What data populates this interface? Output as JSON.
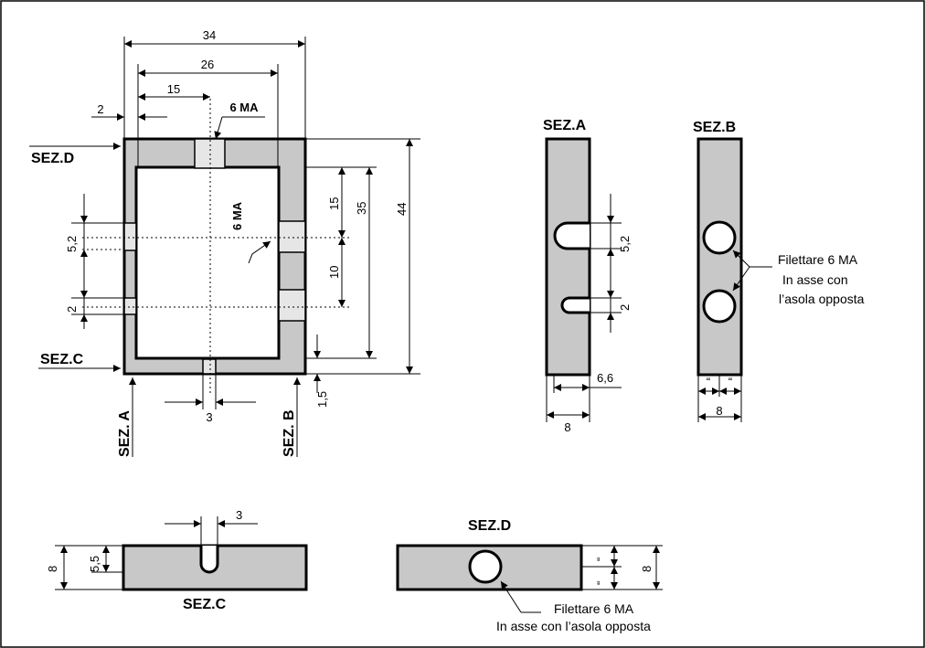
{
  "front_view": {
    "dim_34": "34",
    "dim_26": "26",
    "dim_15_top": "15",
    "dim_2_top": "2",
    "thread_top": "6 MA",
    "thread_center": "6 MA",
    "dim_5_2": "5,2",
    "dim_2_left": "2",
    "dim_15_right": "15",
    "dim_10": "10",
    "dim_35": "35",
    "dim_44": "44",
    "dim_1_5": "1,5",
    "dim_3": "3",
    "sez_d": "SEZ.D",
    "sez_c": "SEZ.C",
    "sez_a": "SEZ. A",
    "sez_b": "SEZ. B"
  },
  "section_a": {
    "title": "SEZ.A",
    "dim_5_2": "5,2",
    "dim_2": "2",
    "dim_6_6": "6,6",
    "dim_8": "8"
  },
  "section_b": {
    "title": "SEZ.B",
    "note_line1": "Filettare 6 MA",
    "note_line2": "In asse con",
    "note_line3": "l’asola opposta",
    "dim_q1": "“",
    "dim_q2": "“",
    "dim_8": "8"
  },
  "section_c": {
    "title": "SEZ.C",
    "dim_3": "3",
    "dim_5_5": "5,5",
    "dim_8": "8"
  },
  "section_d": {
    "title": "SEZ.D",
    "note_line1": "Filettare 6 MA",
    "note_line2": "In asse con l’asola opposta",
    "dim_q1": "“",
    "dim_q2": "“",
    "dim_8": "8"
  }
}
